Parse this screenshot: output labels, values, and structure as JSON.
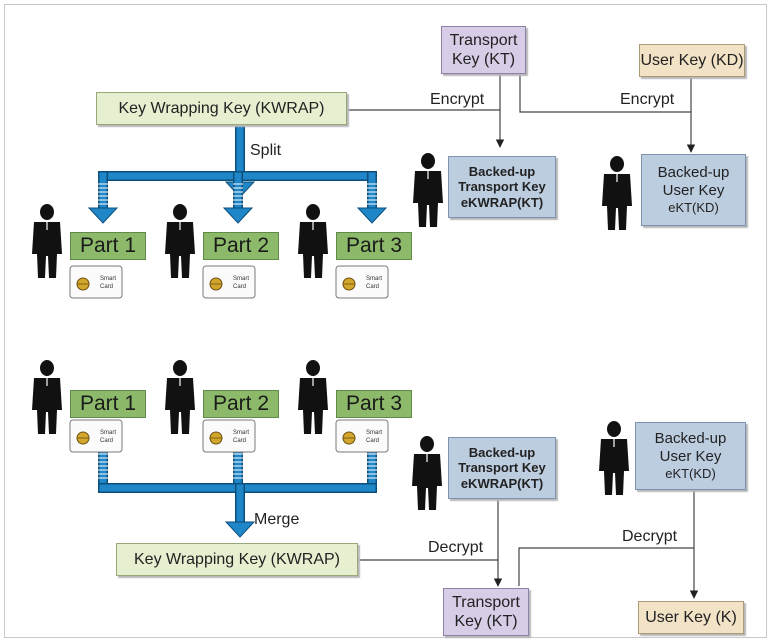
{
  "top": {
    "transport_key": [
      "Transport",
      "Key (KT)"
    ],
    "user_key": "User Key (KD)",
    "kwrap": "Key Wrapping Key (KWRAP)",
    "encrypt_left": "Encrypt",
    "encrypt_right": "Encrypt",
    "split": "Split",
    "backed_transport": [
      "Backed-up",
      "Transport Key",
      "eKWRAP(KT)"
    ],
    "backed_user": [
      "Backed-up",
      "User Key",
      "eKT(KD)"
    ],
    "parts": [
      "Part 1",
      "Part 2",
      "Part 3"
    ]
  },
  "bottom": {
    "parts": [
      "Part 1",
      "Part 2",
      "Part 3"
    ],
    "backed_transport": [
      "Backed-up",
      "Transport Key",
      "eKWRAP(KT)"
    ],
    "backed_user": [
      "Backed-up",
      "User Key",
      "eKT(KD)"
    ],
    "merge": "Merge",
    "kwrap": "Key Wrapping Key (KWRAP)",
    "decrypt_left": "Decrypt",
    "decrypt_right": "Decrypt",
    "transport_key": [
      "Transport",
      "Key (KT)"
    ],
    "user_key": "User Key (K)"
  },
  "smart_card": [
    "Smart",
    "Card"
  ],
  "colors": {
    "pipe": "#1f86c8",
    "part_fill": "#8dba6a",
    "person": "#111111"
  },
  "icons": [
    "person-icon",
    "smart-card-icon"
  ]
}
